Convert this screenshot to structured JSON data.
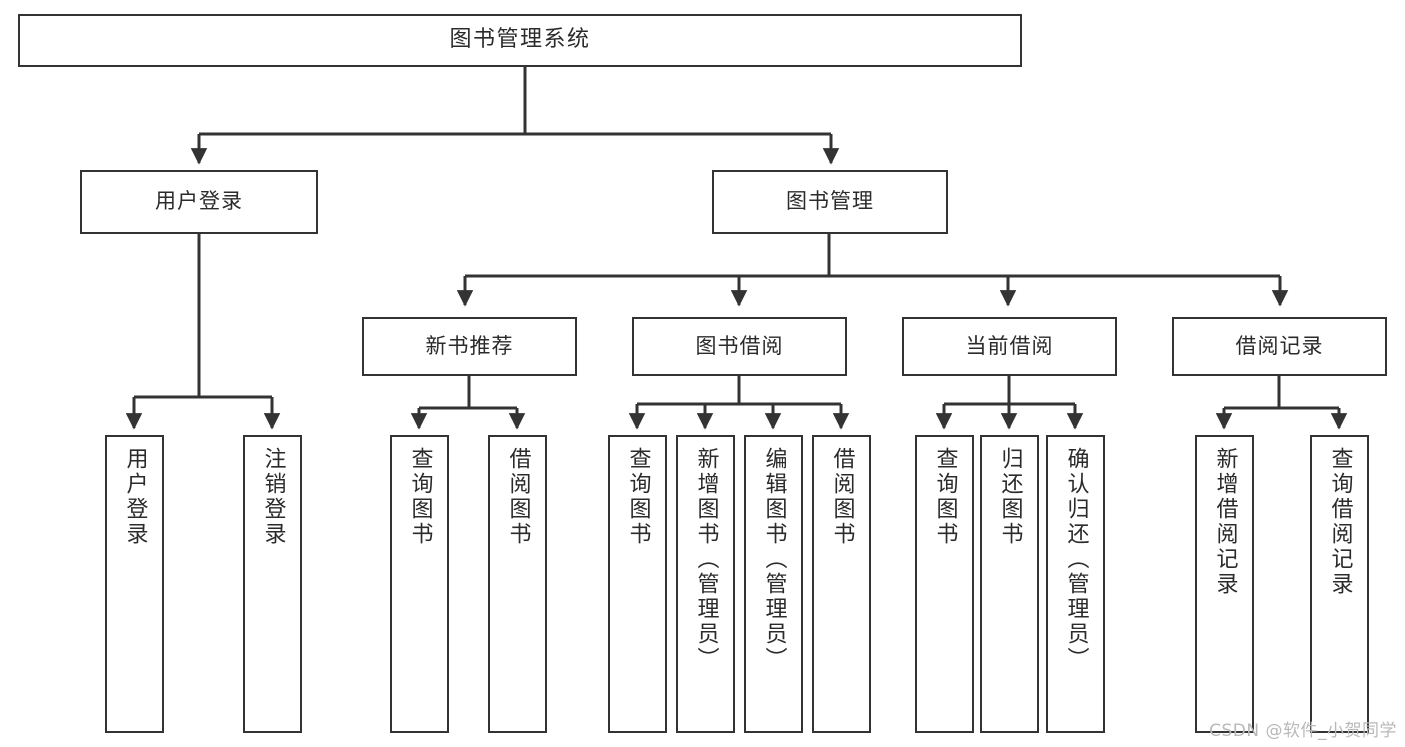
{
  "diagram": {
    "title": "图书管理系统",
    "type": "tree-hierarchy",
    "watermark": "CSDN @软件_小贺同学",
    "colors": {
      "box_border": "#333333",
      "box_fill": "#ffffff",
      "edge": "#333333",
      "text": "#2b2b2b",
      "watermark": "#b9b9b9",
      "background": "#ffffff"
    },
    "root": {
      "label": "图书管理系统"
    },
    "level2": [
      {
        "label": "用户登录"
      },
      {
        "label": "图书管理"
      }
    ],
    "level3": [
      {
        "label": "新书推荐"
      },
      {
        "label": "图书借阅"
      },
      {
        "label": "当前借阅"
      },
      {
        "label": "借阅记录"
      }
    ],
    "leaves": {
      "user_login": [
        {
          "label": "用户登录"
        },
        {
          "label": "注销登录"
        }
      ],
      "new_book_recommend": [
        {
          "label": "查询图书"
        },
        {
          "label": "借阅图书"
        }
      ],
      "book_borrow": [
        {
          "label": "查询图书"
        },
        {
          "label": "新增图书（管理员）"
        },
        {
          "label": "编辑图书（管理员）"
        },
        {
          "label": "借阅图书"
        }
      ],
      "current_borrow": [
        {
          "label": "查询图书"
        },
        {
          "label": "归还图书"
        },
        {
          "label": "确认归还（管理员）"
        }
      ],
      "borrow_record": [
        {
          "label": "新增借阅记录"
        },
        {
          "label": "查询借阅记录"
        }
      ]
    }
  }
}
